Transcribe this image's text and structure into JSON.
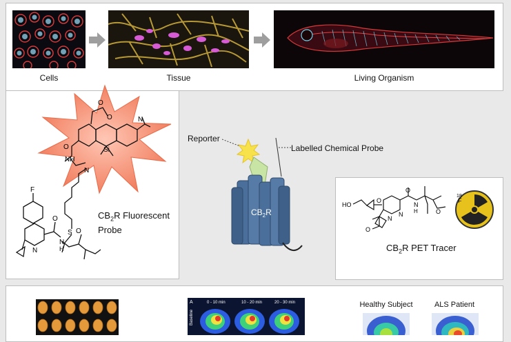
{
  "top_row": {
    "cells_label": "Cells",
    "tissue_label": "Tissue",
    "organism_label": "Living Organism"
  },
  "fluorescent_probe": {
    "label_line1": "CB",
    "label_sub": "2",
    "label_line1_rest": "R Fluorescent",
    "label_line2": "Probe",
    "atom_labels": {
      "o1": "O",
      "o2": "O",
      "si": "Si",
      "n1": "N",
      "n2": "N",
      "nh": "NH",
      "o3": "O",
      "s": "S",
      "f": "F",
      "n3": "N",
      "n4": "N",
      "h": "H",
      "o4": "O",
      "o5": "O"
    }
  },
  "receptor": {
    "reporter_label": "Reporter",
    "probe_label": "Labelled Chemical Probe",
    "receptor_label_main": "CB",
    "receptor_label_sub": "2",
    "receptor_label_rest": "R"
  },
  "pet_tracer": {
    "label_main": "CB",
    "label_sub": "2",
    "label_rest": "R PET Tracer",
    "atom_labels": {
      "ho": "HO",
      "n1": "N",
      "n2": "N",
      "o1": "O",
      "o2": "O",
      "o3": "O",
      "o4": "O",
      "nh": "N",
      "h": "H",
      "f18": "18",
      "f": "F"
    }
  },
  "bottom_row": {
    "healthy_label": "Healthy Subject",
    "als_label": "ALS Patient",
    "scan_time_labels": [
      "0 - 10 min",
      "10 - 20 min",
      "20 - 30 min"
    ],
    "scan_side_label": "Baseline",
    "scan_panel_letter": "A"
  },
  "colors": {
    "probe_starburst": "#f07a5a",
    "receptor_blue": "#4a6f9a",
    "reporter_yellow": "#f7e24b",
    "probe_green": "#c9e5a6",
    "radiation_yellow": "#e8c21c"
  }
}
